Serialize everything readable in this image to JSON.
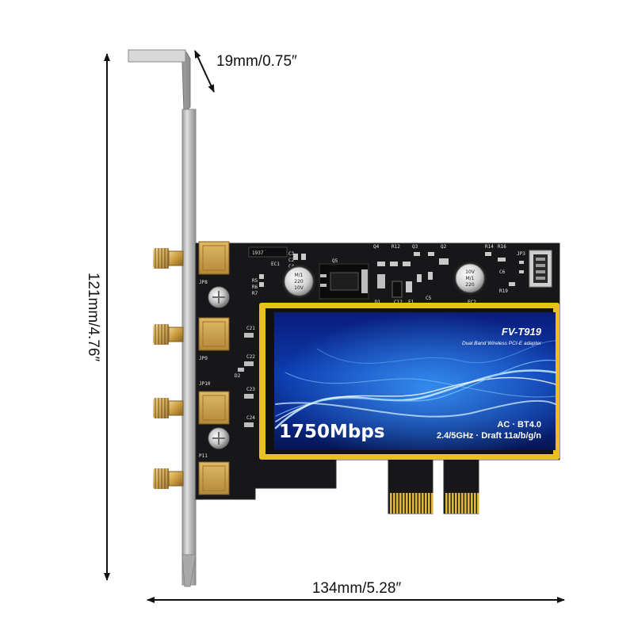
{
  "dimensions": {
    "bracket_depth": "19mm/0.75″",
    "height": "121mm/4.76″",
    "width": "134mm/5.28″"
  },
  "label": {
    "model": "FV-T919",
    "subtitle": "Dual Band Wireless PCI-E adapter",
    "speed": "1750Mbps",
    "features": "AC · BT4.0",
    "bands": "2.4/5GHz · Draft 11a/b/g/n"
  },
  "silkscreen": {
    "jp8": "JP8",
    "jp9": "JP9",
    "jp10": "JP10",
    "p11": "P11",
    "c21": "C21",
    "c22": "C22",
    "c23": "C23",
    "c24": "C24",
    "ec1": "EC1",
    "ec2": "EC2",
    "q5": "Q5",
    "d1": "D1",
    "d2": "D2",
    "q4": "Q4",
    "q3": "Q3",
    "q2": "Q2",
    "r12": "R12",
    "r14": "R14",
    "r16": "R16",
    "r19": "R19",
    "c6": "C6",
    "jp3": "JP3",
    "f1": "F1",
    "c12": "C12",
    "r5": "R5",
    "r6": "R6",
    "r7": "R7",
    "c4": "C4",
    "c3": "C3",
    "c2": "C2",
    "c5": "C5",
    "ic_code": "1937"
  },
  "capacitors": {
    "left": [
      "M/1",
      "220",
      "10V"
    ],
    "right": [
      "10V",
      "M/1",
      "220"
    ]
  },
  "colors": {
    "pcb": "#17171a",
    "label_border": "#e8c21a",
    "gold": "#d2a84f",
    "bracket": "#c7c7c7"
  }
}
